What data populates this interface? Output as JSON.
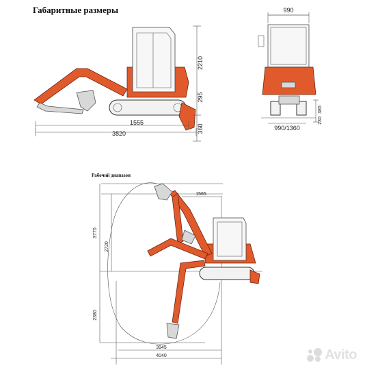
{
  "titles": {
    "dimensions": "Габаритные размеры",
    "working_range": "Рабочий диапазон"
  },
  "side_view": {
    "height": "2210",
    "ground_clearance": "295",
    "dig_depth_below": "360",
    "track_length": "1555",
    "total_length": "3820"
  },
  "front_view": {
    "width": "990",
    "track_height": "385",
    "track_clearance": "230",
    "track_width": "990/1360"
  },
  "working_range": {
    "max_height": "3770",
    "dump_height": "2720",
    "max_depth": "2380",
    "offset": "1565",
    "reach_ground": "3945",
    "max_reach": "4040"
  },
  "watermark": "Avito",
  "colors": {
    "body": "#e05a2c",
    "outline": "#333333"
  }
}
